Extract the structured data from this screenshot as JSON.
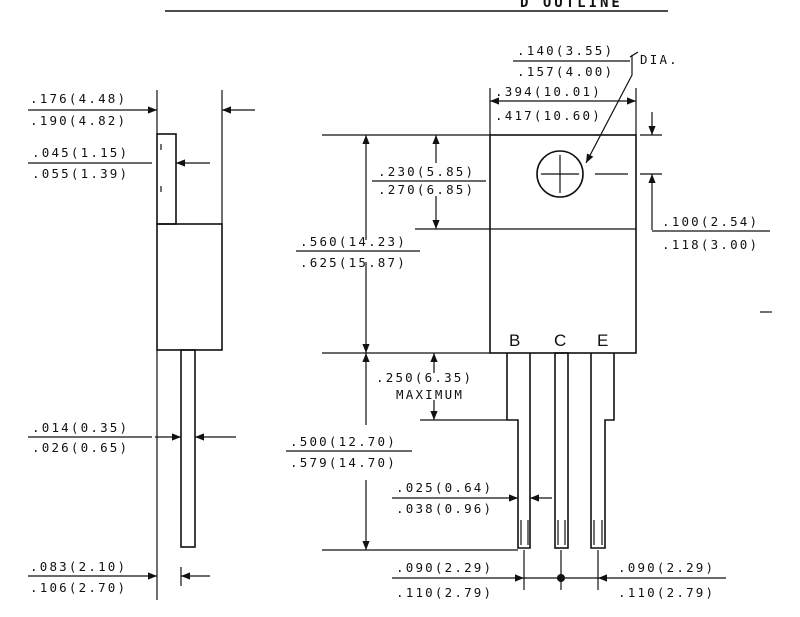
{
  "header": {
    "title_fragment": "D OUTLINE"
  },
  "side_view": {
    "body_thickness": {
      "in_min": ".176",
      "mm_min": "(4.48)",
      "in_max": ".190",
      "mm_max": "(4.82)"
    },
    "tab_thickness": {
      "in_min": ".045",
      "mm_min": "(1.15)",
      "in_max": ".055",
      "mm_max": "(1.39)"
    },
    "lead_thickness": {
      "in_min": ".014",
      "mm_min": "(0.35)",
      "in_max": ".026",
      "mm_max": "(0.65)"
    },
    "lead_offset": {
      "in_min": ".083",
      "mm_min": "(2.10)",
      "in_max": ".106",
      "mm_max": "(2.70)"
    }
  },
  "front_view": {
    "hole_dia": {
      "in_min": ".140",
      "mm_min": "(3.55)",
      "in_max": ".157",
      "mm_max": "(4.00)",
      "suffix": "DIA."
    },
    "body_width": {
      "in_min": ".394",
      "mm_min": "(10.01)",
      "in_max": ".417",
      "mm_max": "(10.60)"
    },
    "tab_height": {
      "in_min": ".230",
      "mm_min": "(5.85)",
      "in_max": ".270",
      "mm_max": "(6.85)"
    },
    "hole_offset": {
      "in_min": ".100",
      "mm_min": "(2.54)",
      "in_max": ".118",
      "mm_max": "(3.00)"
    },
    "body_height": {
      "in_min": ".560",
      "mm_min": "(14.23)",
      "in_max": ".625",
      "mm_max": "(15.87)"
    },
    "lead_shoulder": {
      "in_min": ".250",
      "mm_min": "(6.35)",
      "note": "MAXIMUM"
    },
    "lead_length": {
      "in_min": ".500",
      "mm_min": "(12.70)",
      "in_max": ".579",
      "mm_max": "(14.70)"
    },
    "lead_width": {
      "in_min": ".025",
      "mm_min": "(0.64)",
      "in_max": ".038",
      "mm_max": "(0.96)"
    },
    "pitch_left": {
      "in_min": ".090",
      "mm_min": "(2.29)",
      "in_max": ".110",
      "mm_max": "(2.79)"
    },
    "pitch_right": {
      "in_min": ".090",
      "mm_min": "(2.29)",
      "in_max": ".110",
      "mm_max": "(2.79)"
    },
    "pins": [
      "B",
      "C",
      "E"
    ]
  }
}
